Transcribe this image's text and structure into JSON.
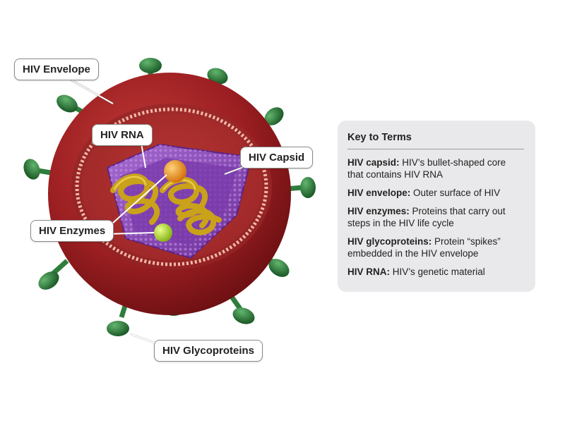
{
  "callouts": {
    "envelope": "HIV Envelope",
    "rna": "HIV RNA",
    "capsid": "HIV Capsid",
    "enzymes": "HIV Enzymes",
    "glycoproteins": "HIV Glycoproteins"
  },
  "key": {
    "title": "Key to Terms",
    "terms": [
      {
        "term": "HIV capsid:",
        "definition": " HIV’s bullet-shaped core that contains HIV RNA"
      },
      {
        "term": "HIV envelope:",
        "definition": " Outer surface of HIV"
      },
      {
        "term": "HIV enzymes:",
        "definition": " Proteins that carry out steps in the HIV life cycle"
      },
      {
        "term": "HIV glycoproteins:",
        "definition": " Protein “spikes” embedded in the HIV envelope"
      },
      {
        "term": "HIV RNA:",
        "definition": " HIV’s genetic material"
      }
    ]
  },
  "colors": {
    "envelope_outer": "#8e1a1c",
    "envelope_inner": "#a5282a",
    "capsid": "#7b3aa6",
    "rna": "#c9a21a",
    "enzyme_orange": "#e38a16",
    "enzyme_green": "#a8d21c",
    "glycoprotein": "#2e7d3c"
  }
}
